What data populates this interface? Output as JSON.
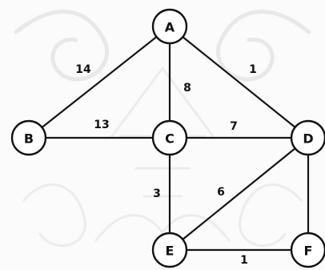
{
  "graph": {
    "nodes": [
      {
        "id": "A",
        "label": "A"
      },
      {
        "id": "B",
        "label": "B"
      },
      {
        "id": "C",
        "label": "C"
      },
      {
        "id": "D",
        "label": "D"
      },
      {
        "id": "E",
        "label": "E"
      },
      {
        "id": "F",
        "label": "F"
      }
    ],
    "edges": [
      {
        "from": "A",
        "to": "B",
        "weight": "14"
      },
      {
        "from": "A",
        "to": "C",
        "weight": "8"
      },
      {
        "from": "A",
        "to": "D",
        "weight": "1"
      },
      {
        "from": "B",
        "to": "C",
        "weight": "13"
      },
      {
        "from": "C",
        "to": "D",
        "weight": "7"
      },
      {
        "from": "C",
        "to": "E",
        "weight": "3"
      },
      {
        "from": "D",
        "to": "E",
        "weight": "6"
      },
      {
        "from": "D",
        "to": "F",
        "weight": ""
      },
      {
        "from": "E",
        "to": "F",
        "weight": "1"
      }
    ]
  },
  "colors": {
    "ink": "#111111",
    "watermark": "#e8e8e8",
    "background": "#fbfbfb"
  }
}
